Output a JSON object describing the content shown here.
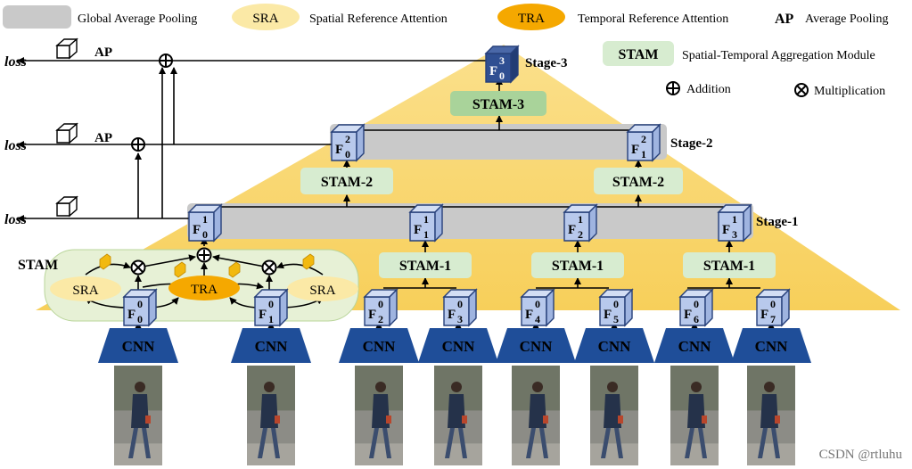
{
  "legend": {
    "gap": "Global Average Pooling",
    "sra_short": "SRA",
    "sra": "Spatial Reference Attention",
    "tra_short": "TRA",
    "tra": "Temporal Reference Attention",
    "ap_short": "AP",
    "ap": "Average Pooling",
    "stam_short": "STAM",
    "stam": "Spatial-Temporal Aggregation Module",
    "addition": "Addition",
    "multiplication": "Multiplication"
  },
  "loss_label": "loss",
  "ap_label": "AP",
  "stam_block_label": "STAM",
  "stage_labels": {
    "s3": "Stage-3",
    "s2": "Stage-2",
    "s1": "Stage-1"
  },
  "stam_boxes": {
    "s3": "STAM-3",
    "s2a": "STAM-2",
    "s2b": "STAM-2",
    "s1b": "STAM-1",
    "s1c": "STAM-1",
    "s1d": "STAM-1"
  },
  "features": {
    "f30": {
      "base": "F",
      "sup": "3",
      "sub": "0"
    },
    "f20": {
      "base": "F",
      "sup": "2",
      "sub": "0"
    },
    "f21": {
      "base": "F",
      "sup": "2",
      "sub": "1"
    },
    "f10": {
      "base": "F",
      "sup": "1",
      "sub": "0"
    },
    "f11": {
      "base": "F",
      "sup": "1",
      "sub": "1"
    },
    "f12": {
      "base": "F",
      "sup": "1",
      "sub": "2"
    },
    "f13": {
      "base": "F",
      "sup": "1",
      "sub": "3"
    },
    "f00": {
      "base": "F",
      "sup": "0",
      "sub": "0"
    },
    "f01": {
      "base": "F",
      "sup": "0",
      "sub": "1"
    },
    "f02": {
      "base": "F",
      "sup": "0",
      "sub": "2"
    },
    "f03": {
      "base": "F",
      "sup": "0",
      "sub": "3"
    },
    "f04": {
      "base": "F",
      "sup": "0",
      "sub": "4"
    },
    "f05": {
      "base": "F",
      "sup": "0",
      "sub": "5"
    },
    "f06": {
      "base": "F",
      "sup": "0",
      "sub": "6"
    },
    "f07": {
      "base": "F",
      "sup": "0",
      "sub": "7"
    }
  },
  "attention": {
    "sra_left": "SRA",
    "tra": "TRA",
    "sra_right": "SRA"
  },
  "cnn_label": "CNN",
  "frame_count": 8,
  "watermark": "CSDN @rtluhu",
  "colors": {
    "pyramid": "#f9d36a",
    "gap_band": "#c9c9c9",
    "stam_fill": "#d7ecd0",
    "stam3_fill": "#a9d39a",
    "sra_fill": "#fbe9a6",
    "tra_fill": "#f5a800",
    "cnn_fill": "#1f4e99",
    "cube_light": "#b8c9ec",
    "cube_dark": "#2f4f92",
    "stam_block_fill": "#e7f1d6"
  }
}
